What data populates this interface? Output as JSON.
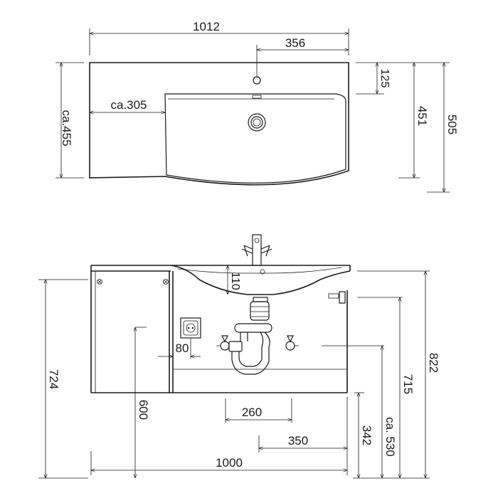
{
  "top_view": {
    "dims": {
      "total_width": "1012",
      "tap_offset": "356",
      "left_depth": "ca.455",
      "shelf_width": "ca.305",
      "tap_depth": "125",
      "basin_depth": "451",
      "total_depth": "505"
    }
  },
  "front_view": {
    "dims": {
      "basin_depth": "110",
      "socket_offset": "80",
      "trap_width": "260",
      "trap_offset": "350",
      "cabinet_width": "1000",
      "cabinet_height": "724",
      "left_height": "600",
      "right_height": "342",
      "mid_height": "ca. 530",
      "inner_height": "715",
      "total_height": "822"
    }
  }
}
